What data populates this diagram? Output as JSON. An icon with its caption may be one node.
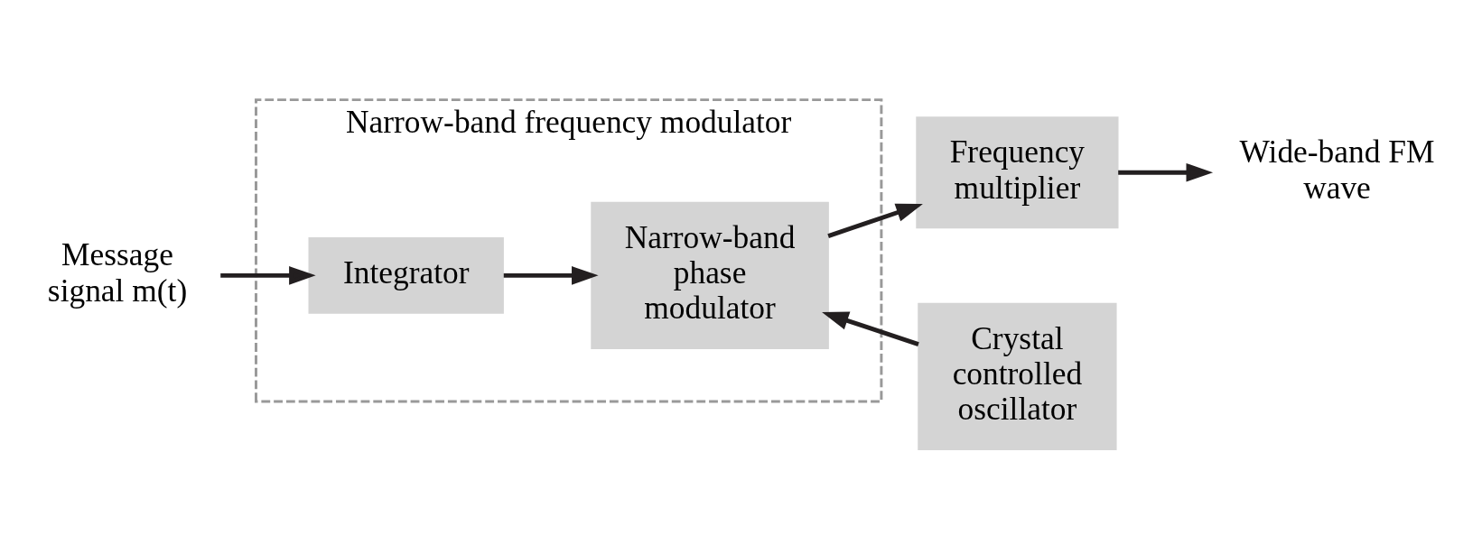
{
  "diagram": {
    "nodes": [
      {
        "text": [
          "Narrow-band frequency modulator"
        ]
      },
      {
        "text": [
          "Message signal m(t)"
        ]
      },
      {
        "text": [
          "Integrator"
        ],
        "in": 0
      },
      {
        "text": [
          "Narrow-band phase modulator"
        ],
        "in": 0
      },
      {
        "text": [
          "Frequency multiplier"
        ]
      },
      {
        "text": [
          "Wide-band FM wave"
        ]
      },
      {
        "text": [
          "Crystal controlled oscillator"
        ]
      }
    ],
    "edges": [
      {
        "from": 1,
        "to": 2,
        "arrow": "to"
      },
      {
        "from": 2,
        "to": 3,
        "arrow": "to"
      },
      {
        "from": 3,
        "to": 4,
        "arrow": "to"
      },
      {
        "from": 4,
        "to": 5,
        "arrow": "to"
      },
      {
        "from": 6,
        "to": 3,
        "arrow": "to"
      }
    ]
  }
}
